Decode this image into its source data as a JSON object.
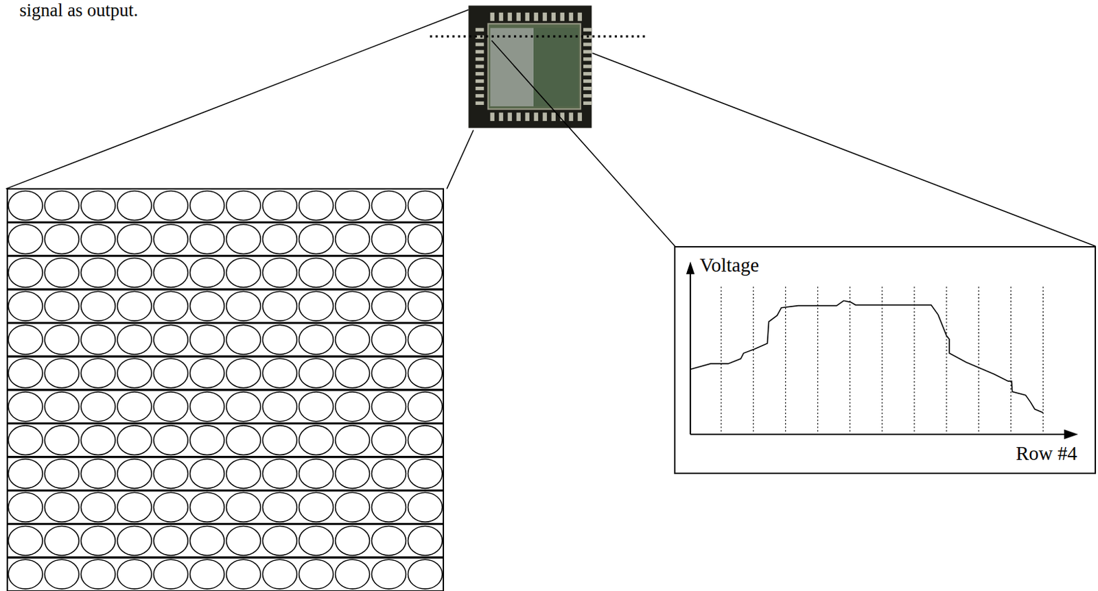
{
  "diagram": {
    "nodes": [
      {
        "text": [
          "Voltage",
          "Row #4"
        ]
      }
    ],
    "labels": [
      "signal as output."
    ]
  }
}
